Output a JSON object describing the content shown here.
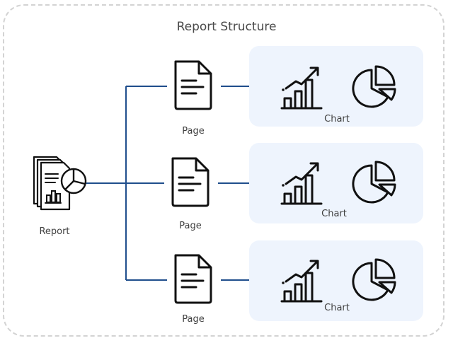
{
  "title": "Report Structure",
  "root": {
    "label": "Report",
    "icon": "report-document-icon"
  },
  "pages": [
    {
      "label": "Page",
      "icon": "page-document-icon",
      "chart_group": {
        "label": "Chart",
        "icons": [
          "bar-growth-chart-icon",
          "pie-chart-icon"
        ]
      }
    },
    {
      "label": "Page",
      "icon": "page-document-icon",
      "chart_group": {
        "label": "Chart",
        "icons": [
          "bar-growth-chart-icon",
          "pie-chart-icon"
        ]
      }
    },
    {
      "label": "Page",
      "icon": "page-document-icon",
      "chart_group": {
        "label": "Chart",
        "icons": [
          "bar-growth-chart-icon",
          "pie-chart-icon"
        ]
      }
    }
  ],
  "colors": {
    "connector": "#1f4e8c",
    "chart_box_bg": "#eef4fd",
    "frame_border": "#d3d3d3"
  }
}
